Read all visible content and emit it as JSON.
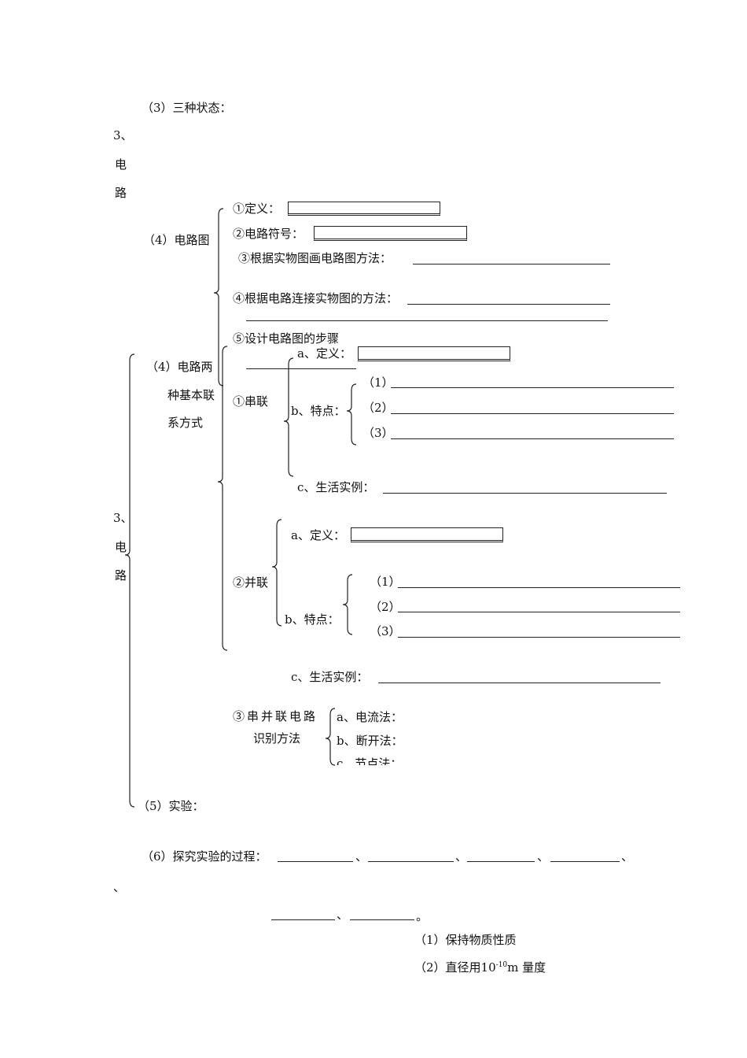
{
  "states_heading": "（3）三种状态：",
  "side_label_top": {
    "num": "3、",
    "c1": "电",
    "c2": "路"
  },
  "circuit_diagram": {
    "heading": "（4）电路图",
    "items": [
      "①定义：",
      "②电路符号：",
      "③根据实物图画电路图方法：",
      "④根据电路连接实物图的方法：",
      "⑤设计电路图的步骤"
    ]
  },
  "basic_connections": {
    "heading_lines": [
      "（4）电路两",
      "种基本联",
      "系方式"
    ],
    "series": {
      "label": "①串联",
      "definition": "a、定义：",
      "features": "b、特点：",
      "feature_items": [
        "（1）",
        "（2）",
        "（3）"
      ],
      "examples": "c、生活实例："
    },
    "parallel": {
      "label": "②并联",
      "definition": "a、定义：",
      "features": "b、特点：",
      "feature_items": [
        "（1）",
        "（2）",
        "（3）"
      ],
      "examples": "c、生活实例："
    },
    "identify": {
      "label_line1": "③串并联电路",
      "label_line2": "识别方法",
      "methods": [
        "a、电流法：",
        "b、断开法：",
        "c、节点法："
      ]
    }
  },
  "side_label_mid": {
    "num": "3、",
    "c1": "电",
    "c2": "路"
  },
  "experiment": "（5）实验：",
  "inquiry": {
    "label": "（6）探究实验的过程：",
    "sep": "、",
    "end": "。"
  },
  "notes": [
    "（1）保持物质性质",
    "（2）直径用10",
    "-10",
    "m 量度"
  ]
}
